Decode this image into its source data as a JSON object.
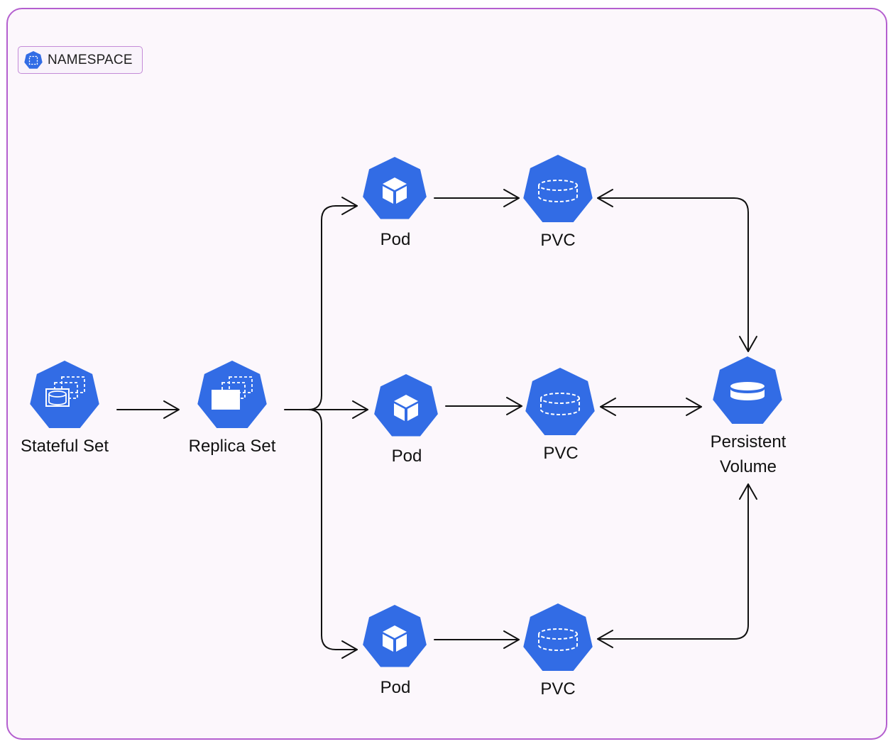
{
  "namespace": {
    "label": "NAMESPACE",
    "icon": "kubernetes-namespace-icon"
  },
  "colors": {
    "frame_border": "#b45fcf",
    "frame_background": "#fcf7fc",
    "node_fill": "#326ce5",
    "arrow": "#111111"
  },
  "nodes": {
    "stateful_set": {
      "label": "Stateful Set",
      "icon": "statefulset-icon"
    },
    "replica_set": {
      "label": "Replica Set",
      "icon": "replicaset-icon"
    },
    "pod_top": {
      "label": "Pod",
      "icon": "pod-cube-icon"
    },
    "pod_middle": {
      "label": "Pod",
      "icon": "pod-cube-icon"
    },
    "pod_bottom": {
      "label": "Pod",
      "icon": "pod-cube-icon"
    },
    "pvc_top": {
      "label": "PVC",
      "icon": "pvc-volume-icon"
    },
    "pvc_middle": {
      "label": "PVC",
      "icon": "pvc-volume-icon"
    },
    "pvc_bottom": {
      "label": "PVC",
      "icon": "pvc-volume-icon"
    },
    "persistent_volume": {
      "label_line1": "Persistent",
      "label_line2": "Volume",
      "icon": "persistent-volume-icon"
    }
  },
  "edges": [
    {
      "from": "stateful_set",
      "to": "replica_set"
    },
    {
      "from": "replica_set",
      "to": "pod_top"
    },
    {
      "from": "replica_set",
      "to": "pod_middle"
    },
    {
      "from": "replica_set",
      "to": "pod_bottom"
    },
    {
      "from": "pod_top",
      "to": "pvc_top"
    },
    {
      "from": "pod_middle",
      "to": "pvc_middle"
    },
    {
      "from": "pod_bottom",
      "to": "pvc_bottom"
    },
    {
      "from": "pvc_top",
      "to": "persistent_volume",
      "bidirectional": true
    },
    {
      "from": "pvc_middle",
      "to": "persistent_volume",
      "bidirectional": true
    },
    {
      "from": "pvc_bottom",
      "to": "persistent_volume",
      "bidirectional": true
    }
  ]
}
